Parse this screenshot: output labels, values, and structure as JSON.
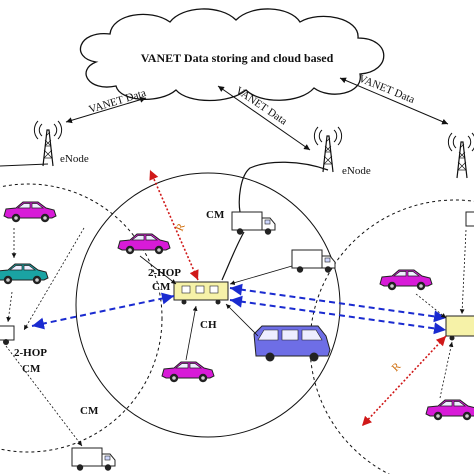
{
  "cloud": {
    "title": "VANET Data storing and cloud based"
  },
  "links": {
    "left": "VANET Data",
    "middle": "VANET Data",
    "right": "VANET Data"
  },
  "towers": {
    "left_label": "eNode",
    "middle_label": "eNode"
  },
  "labels": {
    "cm_top": "CM",
    "r_top": "R",
    "two_hop_center_line1": "2-HOP",
    "two_hop_center_line2": "CM",
    "ch": "CH",
    "two_hop_left_line1": "2-HOP",
    "two_hop_left_line2": "CM",
    "cm_bottom": "CM",
    "r_right": "R"
  },
  "colors": {
    "car_magenta": "#d81bd8",
    "car_teal": "#1aa3a3",
    "van_blue": "#6e6ee6",
    "node_yellow": "#f6f2a8",
    "truck_cargo": "#ffffff",
    "link_blue": "#1a2bd0",
    "radius_red": "#d01818"
  }
}
